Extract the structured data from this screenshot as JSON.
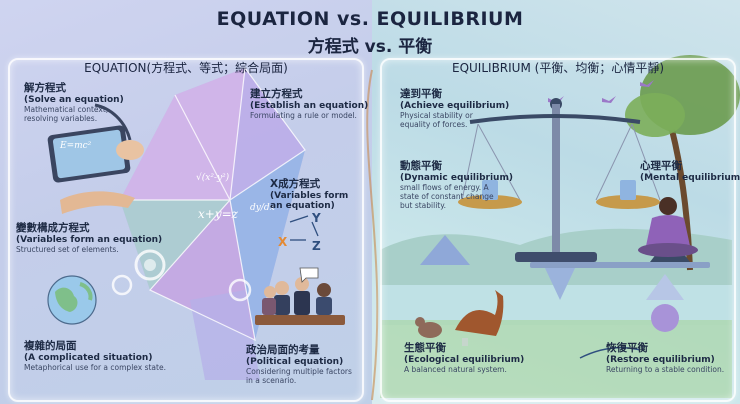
{
  "title": {
    "line1": "EQUATION vs. EQUILIBRIUM",
    "line2": "方程式 vs. 平衡"
  },
  "left_panel": {
    "heading": "EQUATION(方程式、等式；綜合局面)",
    "items": [
      {
        "zh": "解方程式",
        "en": "(Solve an equation)",
        "desc": "Mathematical context, resolving variables."
      },
      {
        "zh": "建立方程式",
        "en": "(Establish an equation)",
        "desc": "Formulating a rule or model."
      },
      {
        "zh": "變數構成方程式",
        "en": "(Variables form an equation)",
        "desc": "Structured set of elements."
      },
      {
        "zh": "X成方程式",
        "en": "(Variables form an equation)",
        "desc": ""
      },
      {
        "zh": "複雜的局面",
        "en": "(A complicated situation)",
        "desc": "Metaphorical use for a complex state."
      },
      {
        "zh": "政治局面的考量",
        "en": "(Political equation)",
        "desc": "Considering multiple factors in a scenario."
      }
    ],
    "formulas": [
      "E=mc²",
      "x+y=z",
      "√(x²-y²)",
      "dy/dx"
    ],
    "symbols": [
      "X",
      "Y",
      "Z"
    ]
  },
  "right_panel": {
    "heading": "EQUILIBRIUM (平衡、均衡；心情平靜)",
    "items": [
      {
        "zh": "達到平衡",
        "en": "(Achieve equilibrium)",
        "desc": "Physical stability or equality of forces."
      },
      {
        "zh": "動態平衡",
        "en": "(Dynamic equilibrium)",
        "desc": "small flows of energy. A state of constant change but stability."
      },
      {
        "zh": "心理平衡",
        "en": "(Mental equilibrium)",
        "desc": ""
      },
      {
        "zh": "生態平衡",
        "en": "(Ecological equilibrium)",
        "desc": "A balanced natural system."
      },
      {
        "zh": "恢復平衡",
        "en": "(Restore equilibrium)",
        "desc": "Returning to a stable condition."
      }
    ]
  },
  "colors": {
    "accent_blue": "#6b86d6",
    "accent_purple": "#9b7fd0",
    "scale_gold": "#c69a4b",
    "teal": "#7fc3c6"
  },
  "icons": [
    "tablet-icon",
    "pen-hand-icon",
    "gear-icon",
    "globe-icon",
    "meeting-icon",
    "balance-scale-icon",
    "meditation-icon",
    "animals-icon",
    "bird-icon",
    "tree-icon"
  ]
}
